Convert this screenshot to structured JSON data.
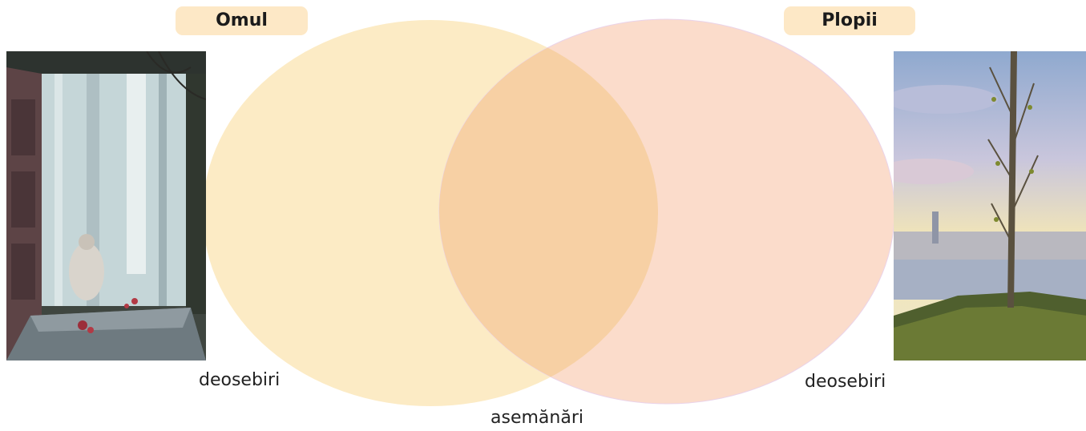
{
  "labels": {
    "left_title": "Omul",
    "right_title": "Plopii",
    "left_caption": "deosebiri",
    "right_caption": "deosebiri",
    "center_caption": "asemănări"
  },
  "colors": {
    "left_circle": "#fcebc5",
    "right_circle": "#fbdccb",
    "overlap": "#f7d0a4",
    "tag_background": "#fde8c6"
  },
  "pictures": {
    "left": "painting of a person sitting alone in a doorway with scattered flowers",
    "right": "watercolor of a tall poplar tree by a lake at sunset"
  }
}
